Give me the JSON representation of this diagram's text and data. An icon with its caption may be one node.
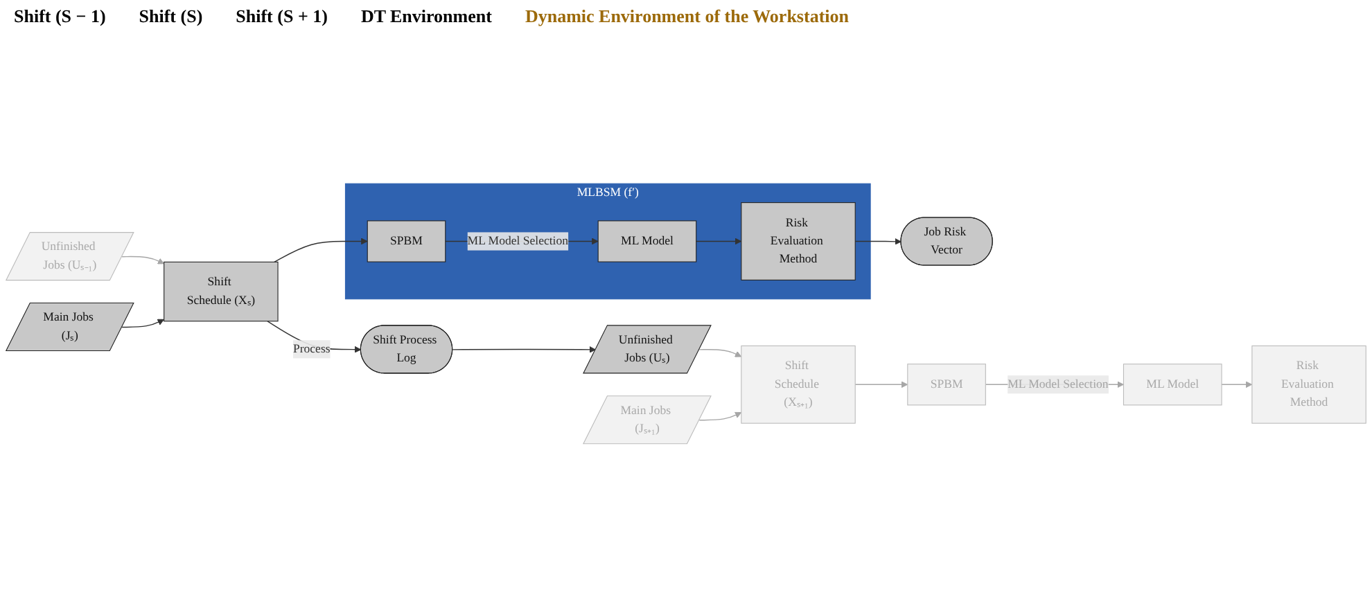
{
  "diagram": {
    "nodes": [
      {
        "text": [
          "MLBSM (f′)"
        ]
      },
      {
        "text": [
          "Risk Evaluation Method"
        ],
        "in": 0
      },
      {
        "text": [
          "ML Model"
        ],
        "in": 0
      },
      {
        "text": [
          "SPBM"
        ],
        "in": 0
      },
      {
        "text": [
          "Job Risk Vector"
        ]
      },
      {
        "text": [
          "Unfinished Jobs (Uₛ₋₁)"
        ]
      },
      {
        "text": [
          "Shift Schedule (Xₛ)"
        ]
      },
      {
        "text": [
          "Shift Process Log"
        ]
      },
      {
        "text": [
          "Unfinished Jobs (Uₛ)"
        ]
      },
      {
        "text": [
          "Main Jobs (Jₛ)"
        ]
      },
      {
        "text": [
          "Risk Evaluation Method"
        ]
      },
      {
        "text": [
          "ML Model"
        ]
      },
      {
        "text": [
          "SPBM"
        ]
      },
      {
        "text": [
          "Shift Schedule (Xₛ₊₁)"
        ]
      },
      {
        "text": [
          "Main Jobs (Jₛ₊₁)"
        ]
      }
    ],
    "edges": [
      {
        "from": 1,
        "to": 4,
        "arrow": "to"
      },
      {
        "from": 2,
        "to": 1,
        "arrow": "to"
      },
      {
        "from": 3,
        "to": 2,
        "arrow": "to",
        "label": "ML Model Selection"
      },
      {
        "from": 6,
        "to": 3,
        "arrow": "to"
      },
      {
        "from": 5,
        "to": 6,
        "arrow": "to",
        "color": "#a6a6a6"
      },
      {
        "from": 6,
        "to": 7,
        "arrow": "to",
        "label": "Process"
      },
      {
        "from": 7,
        "to": 8,
        "arrow": "to"
      },
      {
        "from": 9,
        "to": 6,
        "arrow": "to"
      },
      {
        "from": 8,
        "to": 13,
        "arrow": "to",
        "color": "#a6a6a6"
      },
      {
        "from": 14,
        "to": 13,
        "arrow": "to",
        "color": "#a6a6a6"
      },
      {
        "from": 13,
        "to": 12,
        "arrow": "to",
        "color": "#a6a6a6"
      },
      {
        "from": 12,
        "to": 11,
        "arrow": "to",
        "color": "#a6a6a6",
        "label": "ML Model Selection"
      },
      {
        "from": 11,
        "to": 10,
        "arrow": "to",
        "color": "#a6a6a6"
      }
    ],
    "labels": [
      "Shift (S − 1)",
      "Shift (S)",
      "Shift (S + 1)",
      "DT Environment",
      "Dynamic Environment of the Workstation"
    ]
  }
}
